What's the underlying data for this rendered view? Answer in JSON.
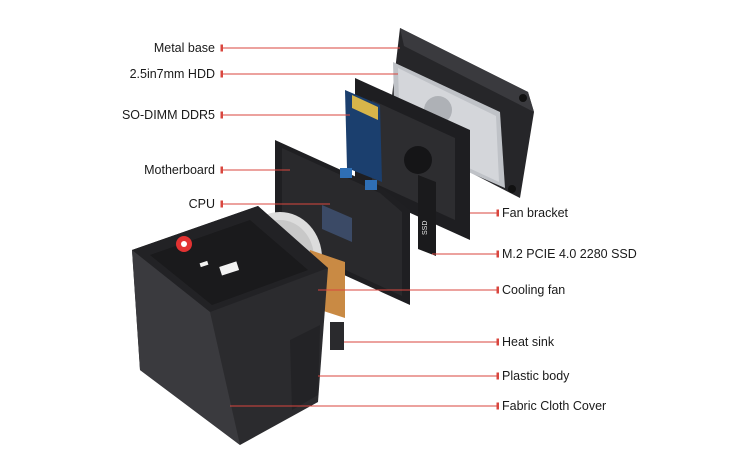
{
  "labels_left": [
    {
      "id": "metal-base",
      "text": "Metal base"
    },
    {
      "id": "hdd",
      "text": "2.5in7mm HDD"
    },
    {
      "id": "sodimm",
      "text": "SO-DIMM DDR5"
    },
    {
      "id": "motherboard",
      "text": "Motherboard"
    },
    {
      "id": "cpu",
      "text": "CPU"
    }
  ],
  "labels_right": [
    {
      "id": "fan-bracket",
      "text": "Fan bracket"
    },
    {
      "id": "ssd",
      "text": "M.2 PCIE 4.0 2280 SSD"
    },
    {
      "id": "cooling-fan",
      "text": "Cooling fan"
    },
    {
      "id": "heat-sink",
      "text": "Heat sink"
    },
    {
      "id": "plastic-body",
      "text": "Plastic body"
    },
    {
      "id": "fabric-cover",
      "text": "Fabric Cloth Cover"
    }
  ],
  "ssd_print": "SSD",
  "colors": {
    "leader_line": "#d9463e",
    "chassis": "#2b2b2e",
    "fabric": "#3a3a3e",
    "metal": "#1f1f22",
    "hdd": "#c9ccd1",
    "ram_blue": "#2f6fb5",
    "power_button": "#e23232"
  }
}
